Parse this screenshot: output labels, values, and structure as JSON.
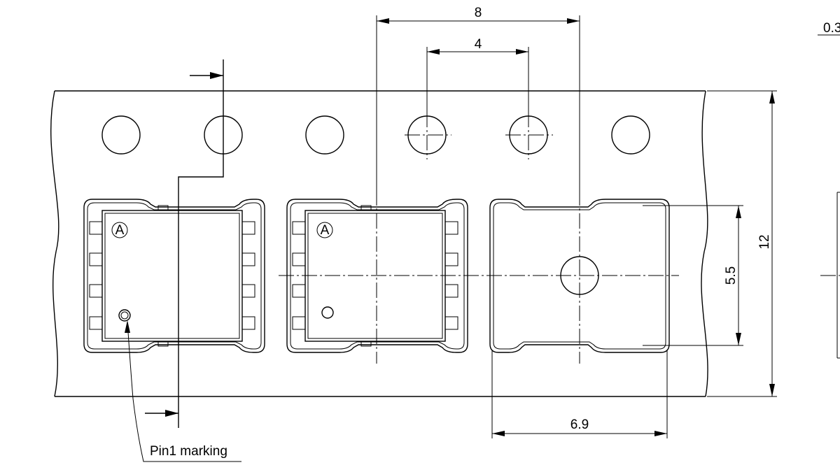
{
  "dimensions": {
    "pitch_sprocket": "8",
    "pitch_hole": "4",
    "tape_width": "12",
    "pocket_length": "5.5",
    "pocket_width": "6.9",
    "partial_dim": "0.3"
  },
  "annotations": {
    "pin1": "Pin1 marking",
    "marking_letter": "A"
  }
}
